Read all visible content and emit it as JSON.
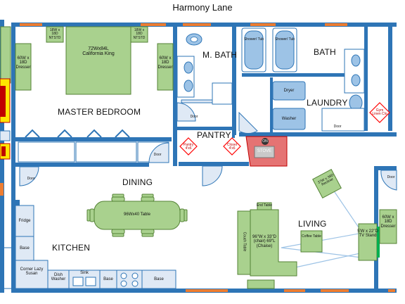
{
  "title": "Harmony Lane",
  "rooms": {
    "master_bedroom": "MASTER BEDROOM",
    "master_bath": "M. BATH",
    "bath": "BATH",
    "laundry": "LAUNDRY",
    "pantry": "PANTRY",
    "dining": "DINING",
    "kitchen": "KITCHEN",
    "living": "LIVING"
  },
  "furniture": {
    "bed_size": "72Wx84L",
    "bed_name": "California King",
    "nightstand_left": "18W x 18D NTSTD",
    "nightstand_right": "18W x 18D NTSTD",
    "dresser_left": "60W x 18D Dresser",
    "dresser_right": "60W x 18D Dresser",
    "dresser_living": "60W x 18D Dresser",
    "shower_left": "Shower/ Tub",
    "shower_right": "Shower/ Tub",
    "dryer": "Dryer",
    "washer": "Washer",
    "stove": "STOVE",
    "dining_table": "96Wx40 Table",
    "fridge": "Fridge",
    "base_1": "Base",
    "base_2": "Base",
    "base_3": "Base",
    "corner": "Corner Lazy Susan",
    "dishwasher": "Dish Washer",
    "sink": "Sink",
    "end_table": "End Table",
    "couch_table": "Couch Table",
    "sofa": "96\"W x 33\"D (chair) 69\"L (Chaise)",
    "coffee_table": "Coffee Table",
    "recliner": "37W x 39D Recliner",
    "tv_stand": "5'W x 22\"D TV Stand",
    "pantry_badge_1": "Pantry 4'x6",
    "pantry_badge_2": "Closet 4'x6",
    "linen_badge": "Gym Linen Clo",
    "on_badge": "ON"
  },
  "doors": {
    "mbath": "Door",
    "bath": "Door",
    "bedroom": "Door",
    "dining": "Door",
    "dining_right": "Door"
  },
  "colors": {
    "wall": "#2e75b6",
    "window": "#ed7d31",
    "furniture": "#a9d18e",
    "furniture_edge": "#548235",
    "fixture": "#9dc3e6",
    "stove": "#e57373",
    "badge": "#ff0000"
  }
}
